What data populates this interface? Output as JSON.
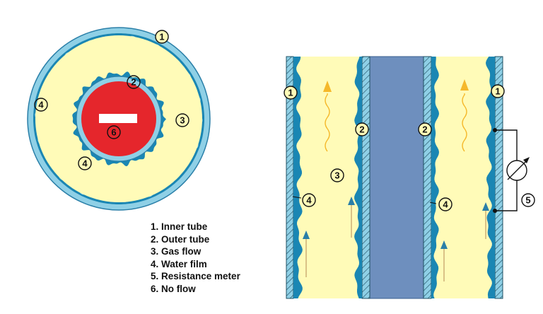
{
  "labels": {
    "inner_tube": "1",
    "outer_tube": "2",
    "gas_flow": "3",
    "water_film": "4",
    "resistance_meter": "5",
    "no_flow": "6"
  },
  "legend": [
    "1. Inner tube",
    "2. Outer tube",
    "3. Gas flow",
    "4. Water film",
    "5. Resistance meter",
    "6. No flow"
  ],
  "colors": {
    "tube_wall": "#8fd0e6",
    "water_film": "#1a86b3",
    "gas": "#fffbb8",
    "no_flow": "#e5262c",
    "center_channel": "#6e8fbe",
    "arrow_orange": "#f5b82a",
    "arrow_blue": "#2a7fa8"
  }
}
